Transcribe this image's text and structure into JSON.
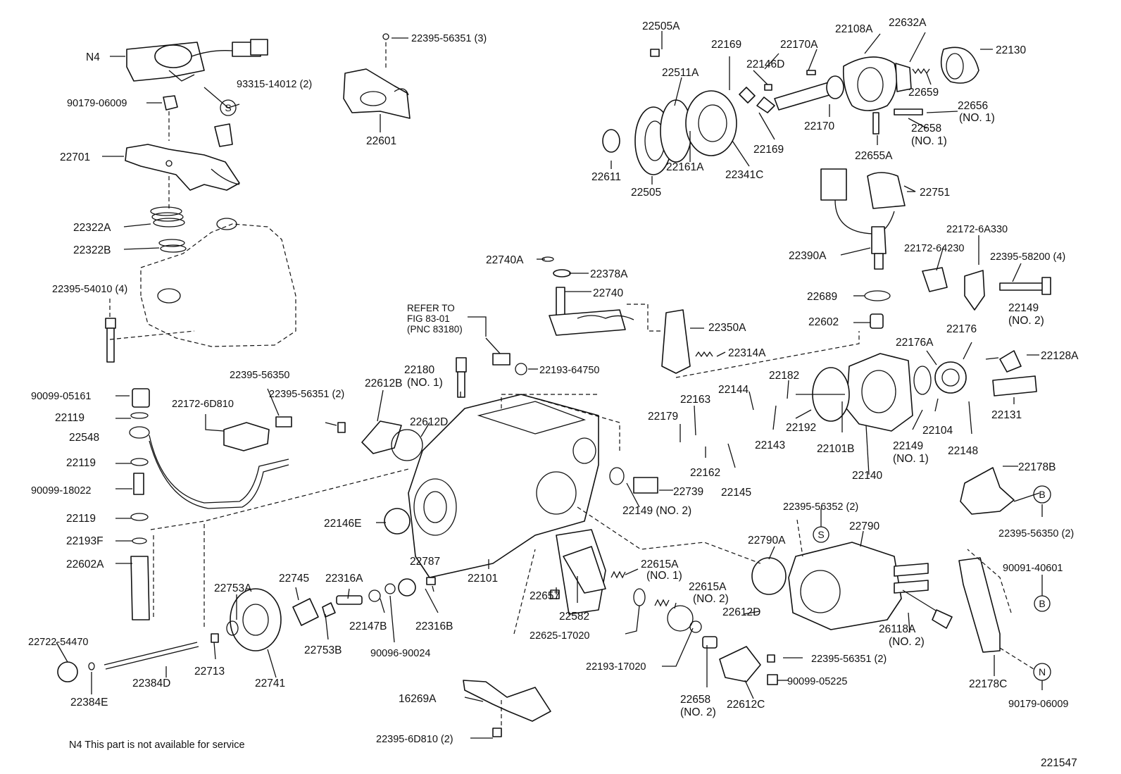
{
  "figure_code": "221547",
  "note": "N4  This part is not available for service",
  "reference": {
    "line1": "REFER TO",
    "line2": "FIG 83-01",
    "line3": "(PNC 83180)"
  },
  "markers": {
    "S": "S",
    "B": "B",
    "N": "N"
  },
  "labels": {
    "N4": "N4",
    "p93315_14012": "93315-14012 (2)",
    "p90179_06009_top": "90179-06009",
    "p22701": "22701",
    "p22322A": "22322A",
    "p22322B": "22322B",
    "p22395_54010": "22395-54010 (4)",
    "p22395_56351_3": "22395-56351 (3)",
    "p22601": "22601",
    "p22505A": "22505A",
    "p22169_top": "22169",
    "p22170A": "22170A",
    "p22108A": "22108A",
    "p22632A": "22632A",
    "p22130": "22130",
    "p22146D": "22146D",
    "p22511A": "22511A",
    "p22659": "22659",
    "p22656": "22656",
    "p22656_no": "(NO. 1)",
    "p22658": "22658",
    "p22658_no": "(NO. 1)",
    "p22170": "22170",
    "p22169_bot": "22169",
    "p22655A": "22655A",
    "p22611": "22611",
    "p22161A": "22161A",
    "p22341C": "22341C",
    "p22505": "22505",
    "p22751": "22751",
    "p22172_6A330": "22172-6A330",
    "p22390A": "22390A",
    "p22172_64230": "22172-64230",
    "p22395_58200": "22395-58200 (4)",
    "p22740A": "22740A",
    "p22378A": "22378A",
    "p22740": "22740",
    "p22689": "22689",
    "p22149_no2_right": "22149",
    "p22149_no2_right_no": "(NO. 2)",
    "p22602": "22602",
    "p22350A": "22350A",
    "p22176": "22176",
    "p22176A": "22176A",
    "p22128A": "22128A",
    "p22314A": "22314A",
    "p22193_64750": "22193-64750",
    "p22180": "22180",
    "p22180_no": "(NO. 1)",
    "p22182": "22182",
    "p22144": "22144",
    "p22163": "22163",
    "p22179": "22179",
    "p22192": "22192",
    "p22131": "22131",
    "p90099_05161": "90099-05161",
    "p22395_56350_left": "22395-56350",
    "p22395_56351_2_left": "22395-56351 (2)",
    "p22172_6D810": "22172-6D810",
    "p22119_1": "22119",
    "p22612B": "22612B",
    "p22548": "22548",
    "p22612D_top": "22612D",
    "p22143": "22143",
    "p22101B": "22101B",
    "p22149_no1": "22149",
    "p22149_no1_no": "(NO. 1)",
    "p22104": "22104",
    "p22148": "22148",
    "p22119_2": "22119",
    "p22162": "22162",
    "p22145": "22145",
    "p22140": "22140",
    "p22178B": "22178B",
    "p90099_18022": "90099-18022",
    "p22739": "22739",
    "p22149_no2_mid": "22149 (NO. 2)",
    "p22395_56352": "22395-56352 (2)",
    "p22790": "22790",
    "p22119_3": "22119",
    "p22146E": "22146E",
    "p22395_56350_right": "22395-56350 (2)",
    "p22193F": "22193F",
    "p22790A": "22790A",
    "p22602A": "22602A",
    "p22615A_no1": "22615A",
    "p22615A_no1_no": "(NO. 1)",
    "p90091_40601": "90091-40601",
    "p22787": "22787",
    "p22101": "22101",
    "p22753A": "22753A",
    "p22745": "22745",
    "p22316A": "22316A",
    "p22615A_no2": "22615A",
    "p22615A_no2_no": "(NO. 2)",
    "p22612D_bot": "22612D",
    "p22657": "22657",
    "p22582": "22582",
    "p22147B": "22147B",
    "p22316B": "22316B",
    "p26118A": "26118A",
    "p26118A_no": "(NO. 2)",
    "p22722_54470": "22722-54470",
    "p22713": "22713",
    "p22753B": "22753B",
    "p22625_17020": "22625-17020",
    "p90096_90024": "90096-90024",
    "p22384D": "22384D",
    "p22741": "22741",
    "p22193_17020": "22193-17020",
    "p22395_56351_2_right": "22395-56351 (2)",
    "p22384E": "22384E",
    "p90099_05225": "90099-05225",
    "p22178C": "22178C",
    "p16269A": "16269A",
    "p22658_no2": "22658",
    "p22658_no2_no": "(NO. 2)",
    "p22612C": "22612C",
    "p90179_06009_bot": "90179-06009",
    "p22395_6D810": "22395-6D810 (2)"
  }
}
